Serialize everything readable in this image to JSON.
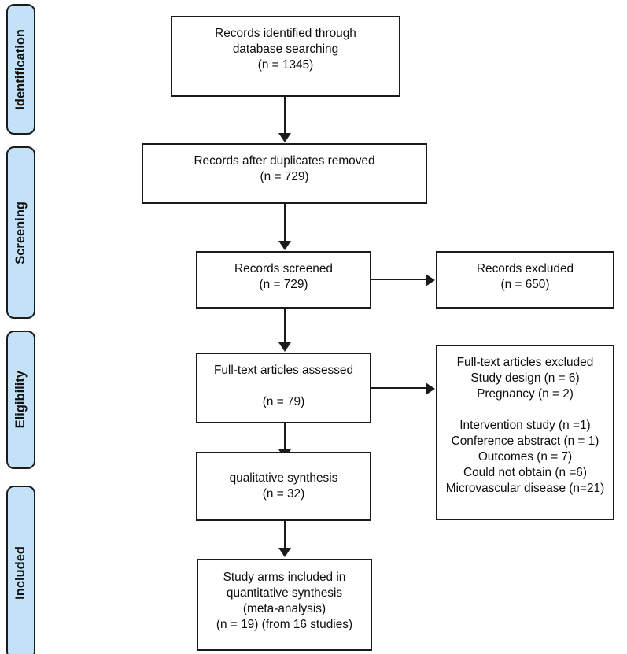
{
  "diagram": {
    "type": "prisma-flow-diagram",
    "title": "PRISMA study selection flow diagram",
    "accent_color": "#c3e2f7",
    "line_color": "#1b1b1b",
    "box_fill": "#ffffff"
  },
  "stages": [
    {
      "label": "Identification"
    },
    {
      "label": "Screening"
    },
    {
      "label": "Eligibility"
    },
    {
      "label": "Included"
    }
  ],
  "boxes": {
    "records_identified": {
      "text": "Records identified through\ndatabase searching\n(n = 1345)",
      "count": 1345
    },
    "duplicates_removed": {
      "text": "Records after duplicates removed\n(n = 729)",
      "count": 729
    },
    "records_screened": {
      "text": "Records screened\n(n = 729)",
      "count": 729
    },
    "records_excluded": {
      "text": "Records excluded\n(n = 650)",
      "count": 650
    },
    "fulltext_assessed": {
      "text": "Full-text articles assessed\n\n(n = 79)",
      "count": 79
    },
    "fulltext_excluded": {
      "text": "Full-text articles excluded\nStudy design (n = 6)\nPregnancy (n = 2)\n\nIntervention study (n =1)\nConference abstract (n = 1)\nOutcomes (n = 7)\nCould not obtain (n =6)\nMicrovascular disease (n=21)",
      "reasons": [
        {
          "label": "Study design",
          "n": 6
        },
        {
          "label": "Pregnancy",
          "n": 2
        },
        {
          "label": "Intervention study",
          "n": 1
        },
        {
          "label": "Conference abstract",
          "n": 1
        },
        {
          "label": "Outcomes",
          "n": 7
        },
        {
          "label": "Could not obtain",
          "n": 6
        },
        {
          "label": "Microvascular disease",
          "n": 21
        }
      ]
    },
    "qualitative_synthesis": {
      "text": "qualitative synthesis\n(n = 32)",
      "count": 32
    },
    "quantitative_synthesis": {
      "text": "Study arms included in\nquantitative synthesis\n(meta-analysis)\n(n = 19) (from 16 studies)",
      "count": 19,
      "studies": 16
    }
  }
}
